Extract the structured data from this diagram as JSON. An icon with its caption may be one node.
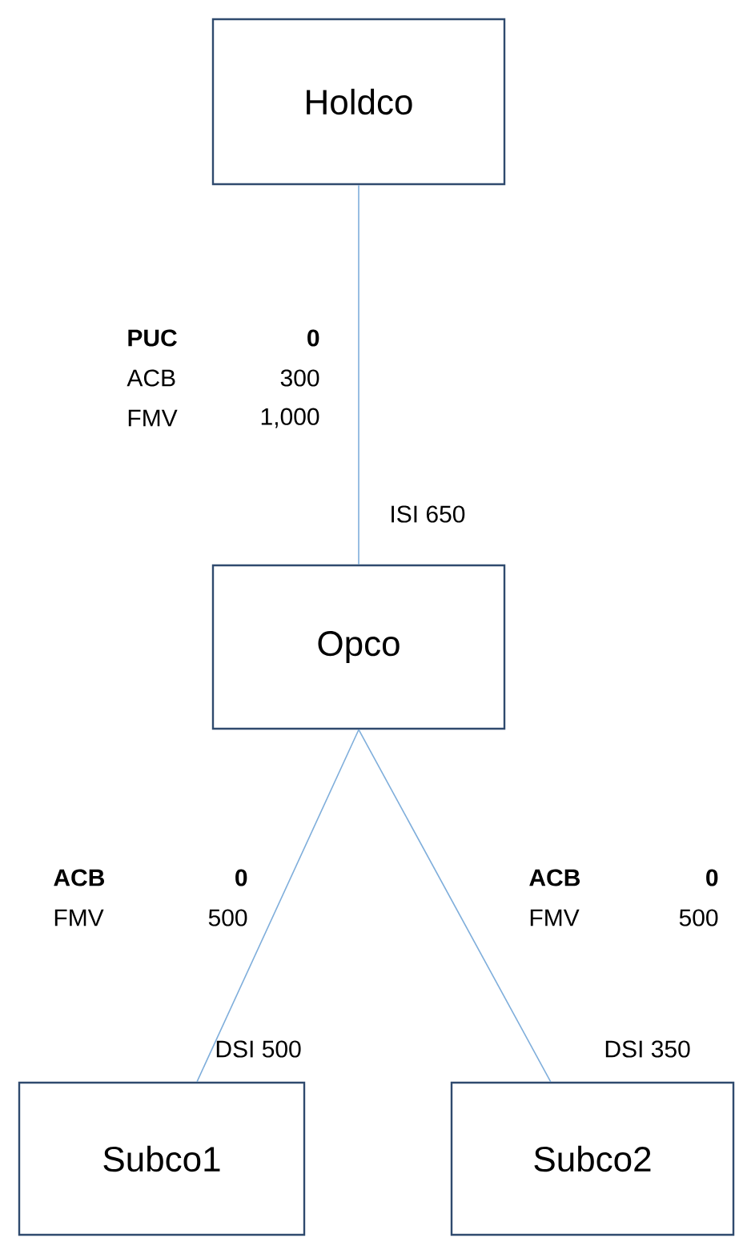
{
  "diagram": {
    "nodes": [
      {
        "text": [
          "Holdco"
        ]
      },
      {
        "text": [
          "Opco"
        ]
      },
      {
        "text": [
          "Subco1"
        ]
      },
      {
        "text": [
          "Subco2"
        ]
      }
    ],
    "edges": [
      {
        "from": 0,
        "to": 1,
        "arrow": "none"
      },
      {
        "from": 1,
        "to": 2,
        "arrow": "none"
      },
      {
        "from": 1,
        "to": 3,
        "arrow": "none"
      }
    ],
    "labels": [
      "PUC",
      "0",
      "ACB",
      "300",
      "FMV",
      "1,000",
      "ISI 650",
      "ACB",
      "0",
      "ACB",
      "0",
      "FMV",
      "500",
      "FMV",
      "500",
      "DSI 500",
      "DSI 350"
    ]
  }
}
